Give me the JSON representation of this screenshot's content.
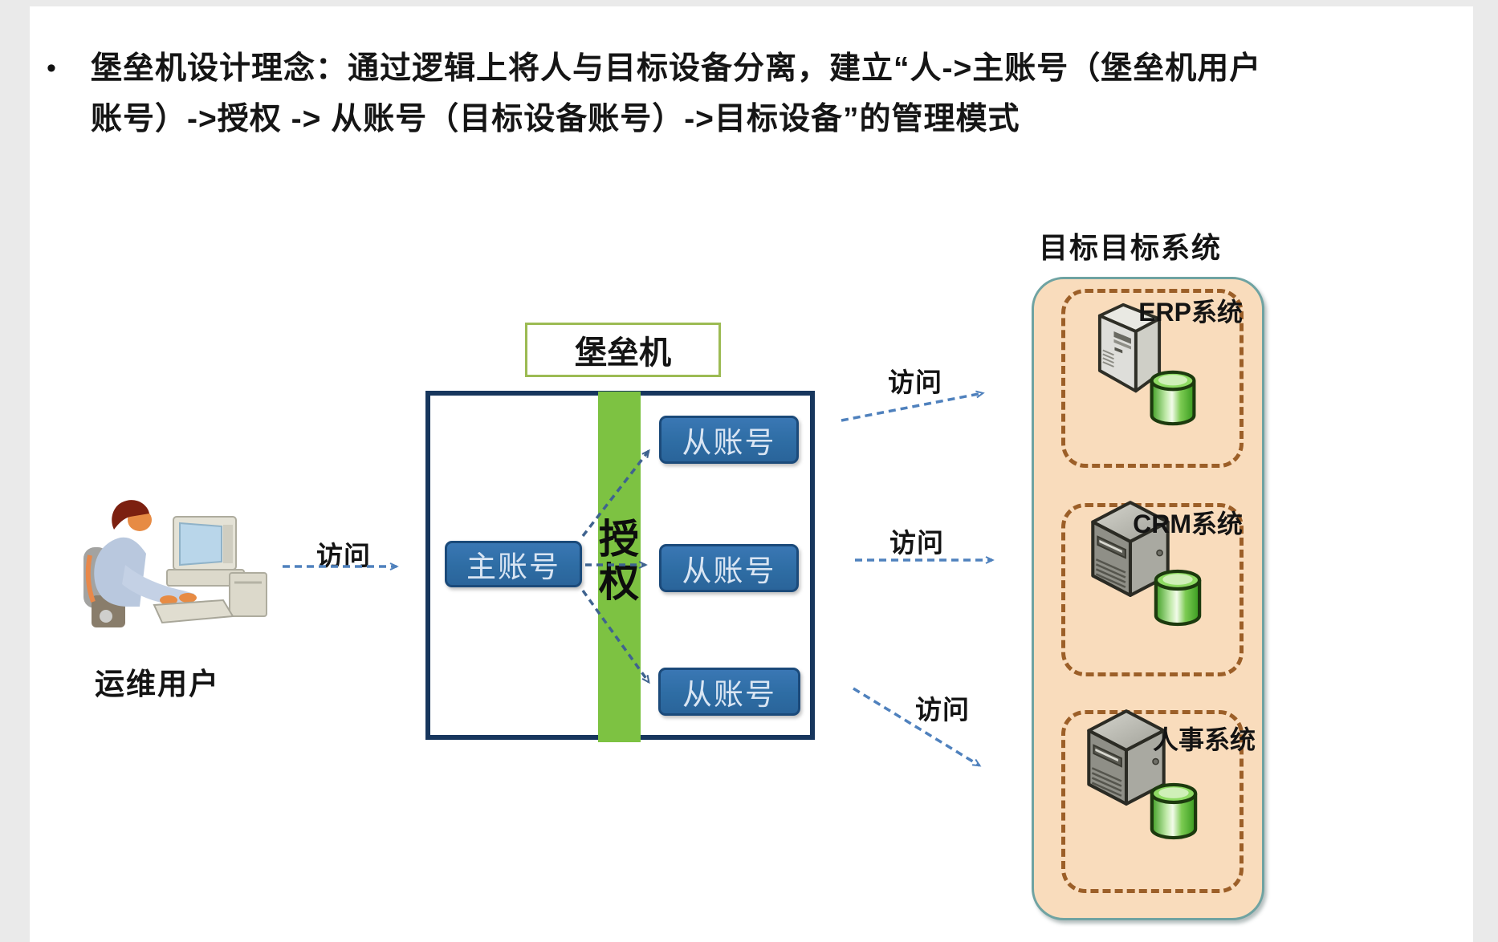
{
  "bullet": {
    "line1": "堡垒机设计理念：通过逻辑上将人与目标设备分离，建立“人->主账号（堡垒机用户",
    "line2": "账号）->授权 -> 从账号（目标设备账号）->目标设备”的管理模式"
  },
  "diagram": {
    "user_label": "运维用户",
    "bastion_title": "堡垒机",
    "main_account": "主账号",
    "auth_label": "授权",
    "sub_accounts": [
      "从账号",
      "从账号",
      "从账号"
    ],
    "access_labels": [
      "访问",
      "访问",
      "访问",
      "访问"
    ],
    "target": {
      "title": "目标目标系统",
      "systems": [
        "ERP系统",
        "CRM系统",
        "人事系统"
      ]
    }
  },
  "colors": {
    "account_box_blue": "#2e6da4",
    "account_box_border": "#1b4a7a",
    "bastion_border_navy": "#17365d",
    "bastion_title_border_green": "#9cbb53",
    "auth_bar_green": "#7dc242",
    "target_fill_peach": "#f9dcbc",
    "target_border_teal": "#6fa3a2",
    "system_dash_brown": "#9c5f28",
    "arrow_blue": "#4f81bd",
    "arrow_slate": "#3f638f",
    "db_green": "#56b32c"
  }
}
